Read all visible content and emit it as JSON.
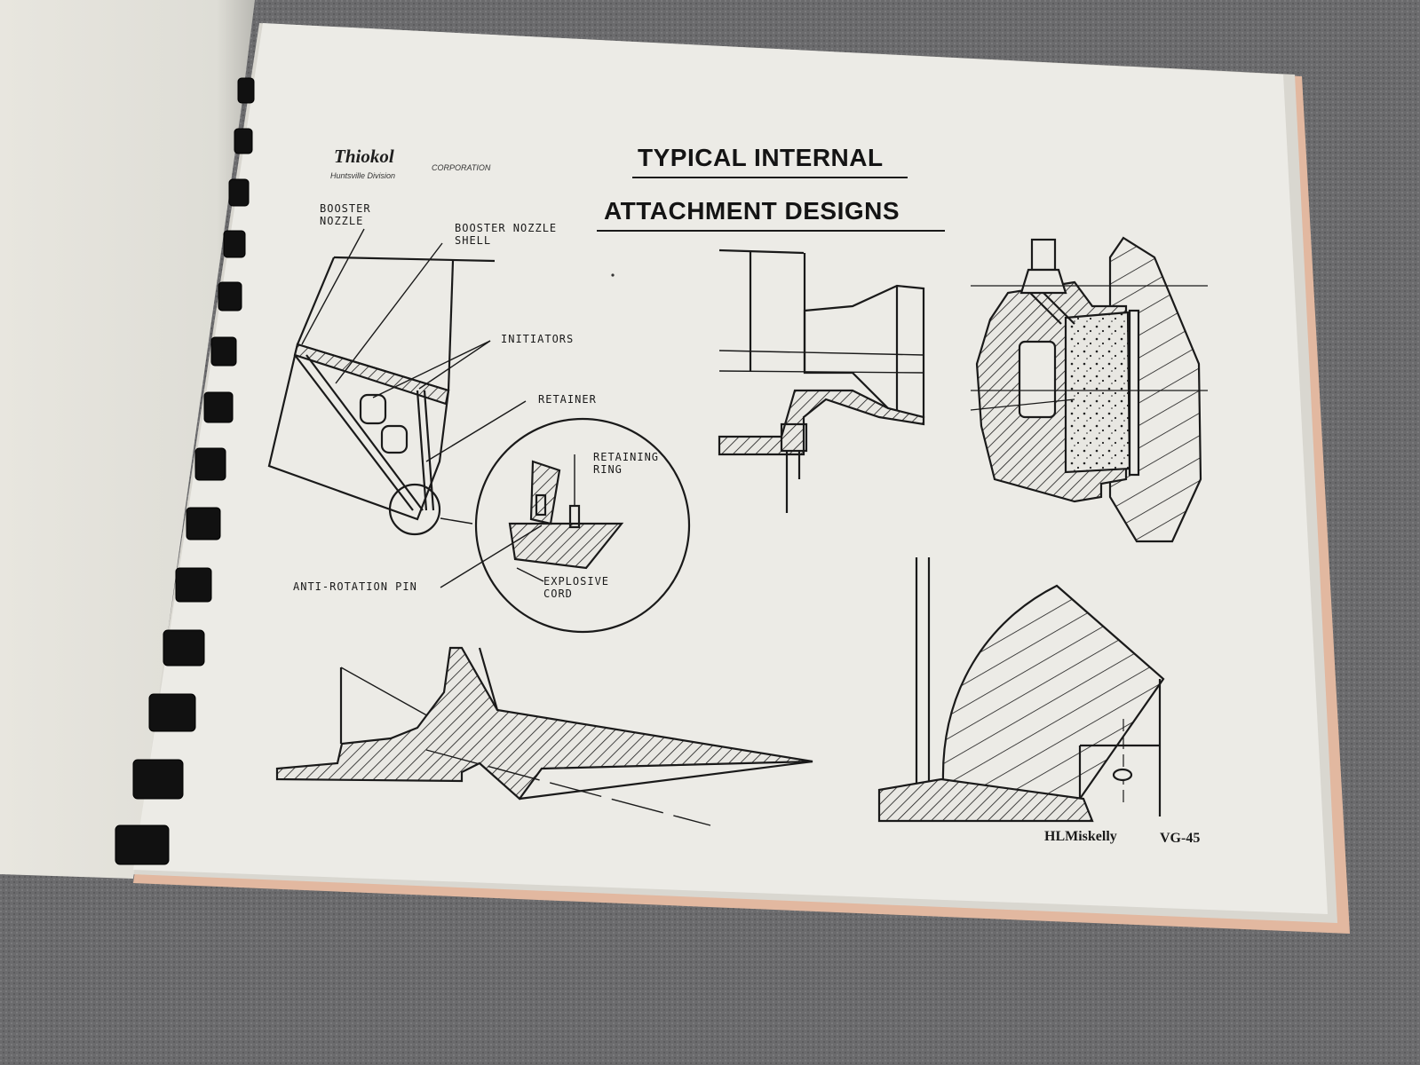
{
  "document": {
    "logo": {
      "name": "Thiokol",
      "suffix": "CORPORATION",
      "division": "Huntsville Division"
    },
    "title": {
      "line1": "TYPICAL INTERNAL",
      "line2": "ATTACHMENT DESIGNS"
    },
    "labels": {
      "booster_nozzle": "BOOSTER\nNOZZLE",
      "booster_nozzle_shell": "BOOSTER NOZZLE\nSHELL",
      "initiators": "INITIATORS",
      "retainer": "RETAINER",
      "retaining_ring": "RETAINING\nRING",
      "explosive_cord": "EXPLOSIVE\nCORD",
      "anti_rotation_pin": "ANTI-ROTATION PIN"
    },
    "footer": {
      "author": "HLMiskelly",
      "page_id": "VG-45"
    }
  },
  "colors": {
    "background": "#6e6e70",
    "paper": "#ecebe6",
    "ink": "#1a1a1a"
  }
}
